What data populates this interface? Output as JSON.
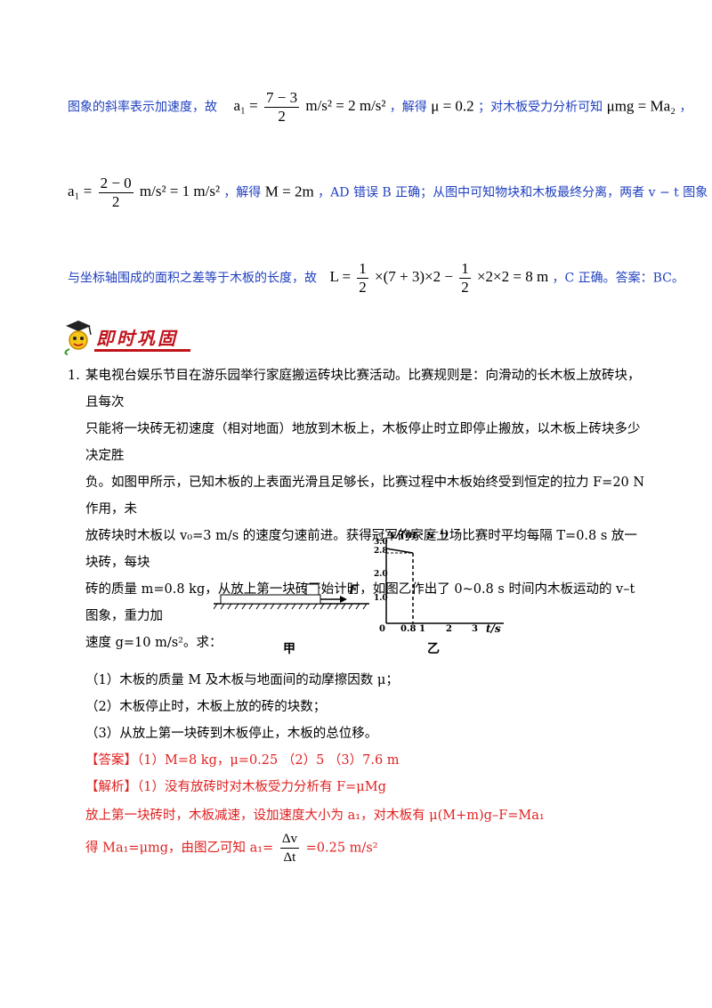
{
  "explanation": {
    "line1_text_a": "图象的斜率表示加速度，故",
    "line1_math_a1_lhs": "a₁ =",
    "line1_frac_num": "7 − 3",
    "line1_frac_den": "2",
    "line1_math_a1_rhs": "m/s² = 2 m/s²",
    "line1_text_b": "，解得",
    "line1_math_mu": "μ = 0.2",
    "line1_text_c": "；对木板受力分析可知",
    "line1_math_force": "μmg = Ma₂",
    "line1_text_d": "，",
    "line2_math_a1_lhs": "a₁ =",
    "line2_frac_num": "2 − 0",
    "line2_frac_den": "2",
    "line2_math_a1_rhs": "m/s² = 1 m/s²",
    "line2_text_a": "，解得",
    "line2_math_M": "M = 2m",
    "line2_text_b": "，AD 错误 B 正确；从图中可知物块和木板最终分离，两者 v − t 图象",
    "line3_text_a": "与坐标轴围成的面积之差等于木板的长度，故",
    "line3_math_L": "L =",
    "line3_frac1_num": "1",
    "line3_frac1_den": "2",
    "line3_math_mid": "×(7 + 3)×2 −",
    "line3_frac2_num": "1",
    "line3_frac2_den": "2",
    "line3_math_end": "×2×2 = 8 m",
    "line3_text_b": "，C 正确。答案：BC。"
  },
  "section_banner": {
    "title": "即时巩固"
  },
  "problem": {
    "number": "1.",
    "lines": [
      "某电视台娱乐节目在游乐园举行家庭搬运砖块比赛活动。比赛规则是：向滑动的长木板上放砖块，且每次",
      "只能将一块砖无初速度（相对地面）地放到木板上，木板停止时立即停止搬放，以木板上砖块多少决定胜",
      "负。如图甲所示，已知木板的上表面光滑且足够长，比赛过程中木板始终受到恒定的拉力 F=20 N 作用，未",
      "放砖块时木板以 v₀=3 m/s 的速度匀速前进。获得冠军的家庭上场比赛时平均每隔 T=0.8 s 放一块砖，每块",
      "砖的质量 m=0.8 kg，从放上第一块砖开始计时，如图乙作出了 0~0.8 s 时间内木板运动的 v–t 图象，重力加",
      "速度 g=10 m/s²。求："
    ],
    "figure_jia_label": "甲",
    "figure_yi_label": "乙",
    "force_label": "F",
    "graph": {
      "y_axis_label": "v/(m · s⁻¹)",
      "x_axis_label": "t/s",
      "y_ticks": [
        "3.0",
        "2.8",
        "2.0",
        "1.0"
      ],
      "x_ticks": [
        "0",
        "0.8",
        "1",
        "2",
        "3"
      ]
    },
    "questions": [
      "（1）木板的质量 M 及木板与地面间的动摩擦因数 μ；",
      "（2）木板停止时，木板上放的砖的块数；",
      "（3）从放上第一块砖到木板停止，木板的总位移。"
    ]
  },
  "answer": {
    "label": "【答案】",
    "text": "（1）M=8 kg，μ=0.25 （2）5 （3）7.6 m"
  },
  "analysis": {
    "label": "【解析】",
    "line1": "（1）没有放砖时对木板受力分析有 F=μMg",
    "line2": "放上第一块砖时，木板减速，设加速度大小为 a₁，对木板有 μ(M+m)g–F=Ma₁",
    "line3_a": "得 Ma₁=μmg，由图乙可知 a₁=",
    "line3_frac_num": "Δv",
    "line3_frac_den": "Δt",
    "line3_b": "=0.25 m/s²"
  },
  "colors": {
    "explanation_text": "#1f3fbf",
    "analysis_text": "#e02020",
    "banner_text": "#c0141c"
  }
}
